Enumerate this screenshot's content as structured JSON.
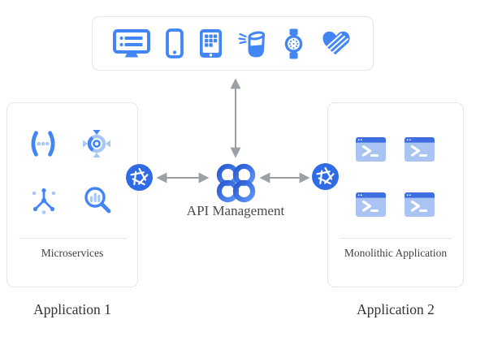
{
  "colors": {
    "primary_blue": "#4285F4",
    "light_blue": "#A9C7F5",
    "gateway_circle_blue": "#2E6BE5",
    "terminal_bar_blue": "#3D6FE0",
    "terminal_body_blue": "#A9C4F3",
    "arrow_gray": "#9AA0A6",
    "box_border": "#E4E6EA",
    "text_color": "#3F3F3F"
  },
  "devices_box": {
    "icons": [
      "desktop-icon",
      "smartphone-icon",
      "tablet-icon",
      "smart-speaker-icon",
      "smart-watch-icon",
      "heart-hand-icon"
    ]
  },
  "left_box": {
    "icons": [
      "code-api-icon",
      "service-mesh-icon",
      "cluster-icon",
      "search-analytics-icon"
    ],
    "label": "Microservices"
  },
  "center": {
    "icon": "api-management-clover-icon",
    "label": "API Management"
  },
  "right_box": {
    "icons": [
      "terminal-window-icon",
      "terminal-window-icon",
      "terminal-window-icon",
      "terminal-window-icon"
    ],
    "label": "Monolithic Application"
  },
  "gateways": {
    "left_icon": "endpoints-gateway-icon",
    "right_icon": "endpoints-gateway-icon"
  },
  "captions": {
    "left": "Application 1",
    "right": "Application 2"
  }
}
